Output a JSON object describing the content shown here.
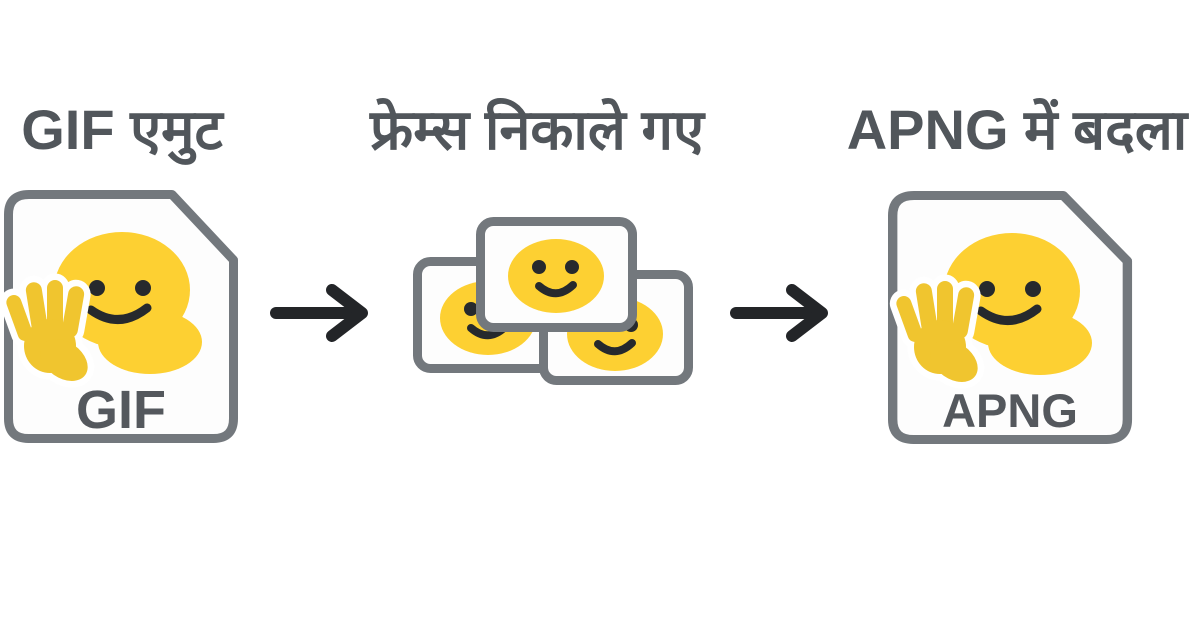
{
  "diagram": {
    "background": "#ffffff",
    "steps": [
      {
        "id": "gif-emote",
        "heading": "GIF एमुट",
        "file_label": "GIF",
        "icon": "gif-file-with-waving-emoji"
      },
      {
        "id": "frames-extracted",
        "heading": "फ्रेम्स निकाले गए",
        "icon": "three-overlapping-smiley-frames",
        "frame_count": 3
      },
      {
        "id": "converted-to-apng",
        "heading": "APNG में बदला",
        "file_label": "APNG",
        "icon": "apng-file-with-waving-emoji"
      }
    ],
    "arrows": [
      {
        "icon": "right-arrow"
      },
      {
        "icon": "right-arrow"
      }
    ],
    "colors": {
      "outline_gray": "#73787d",
      "file_fill": "#fdfdfd",
      "emoji_yellow": "#fdd032",
      "hand_yellow": "#f0c52f",
      "face_features": "#26292d",
      "arrow": "#232528",
      "heading_text": "#51565b",
      "file_label_text": "#54585d"
    }
  }
}
